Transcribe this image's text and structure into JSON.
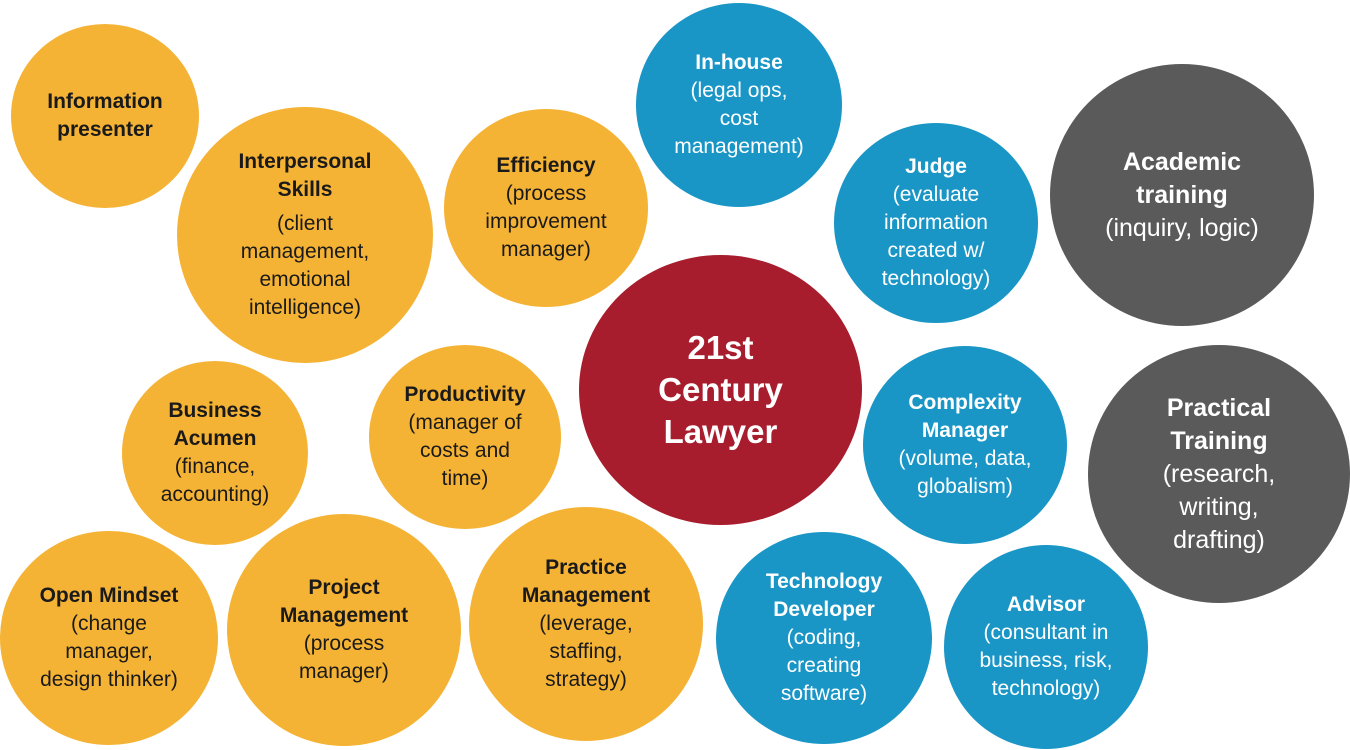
{
  "colors": {
    "orange": "#F5B335",
    "blue": "#1A96C6",
    "gray": "#5A5A5A",
    "red": "#A71D2D"
  },
  "center": {
    "title_lines": [
      "21st",
      "Century",
      "Lawyer"
    ]
  },
  "orange_bubbles": [
    {
      "title_lines": [
        "Information",
        "presenter"
      ],
      "desc_lines": []
    },
    {
      "title_lines": [
        "Interpersonal",
        "Skills"
      ],
      "desc_lines": [
        "(client",
        "management,",
        "emotional",
        "intelligence)"
      ]
    },
    {
      "title_lines": [
        "Efficiency"
      ],
      "desc_lines": [
        "(process",
        "improvement",
        "manager)"
      ]
    },
    {
      "title_lines": [
        "Business",
        "Acumen"
      ],
      "desc_lines": [
        "(finance,",
        "accounting)"
      ]
    },
    {
      "title_lines": [
        "Productivity"
      ],
      "desc_lines": [
        "(manager of",
        "costs and",
        "time)"
      ]
    },
    {
      "title_lines": [
        "Open Mindset"
      ],
      "desc_lines": [
        "(change",
        "manager,",
        "design thinker)"
      ]
    },
    {
      "title_lines": [
        "Project",
        "Management"
      ],
      "desc_lines": [
        "(process",
        "manager)"
      ]
    },
    {
      "title_lines": [
        "Practice",
        "Management"
      ],
      "desc_lines": [
        "(leverage,",
        "staffing,",
        "strategy)"
      ]
    }
  ],
  "blue_bubbles": [
    {
      "title_lines": [
        "In-house"
      ],
      "desc_lines": [
        "(legal ops,",
        "cost",
        "management)"
      ]
    },
    {
      "title_lines": [
        "Judge"
      ],
      "desc_lines": [
        "(evaluate",
        "information",
        "created w/",
        "technology)"
      ]
    },
    {
      "title_lines": [
        "Complexity",
        "Manager"
      ],
      "desc_lines": [
        "(volume, data,",
        "globalism)"
      ]
    },
    {
      "title_lines": [
        "Technology",
        "Developer"
      ],
      "desc_lines": [
        "(coding,",
        "creating",
        "software)"
      ]
    },
    {
      "title_lines": [
        "Advisor"
      ],
      "desc_lines": [
        "(consultant in",
        "business, risk,",
        "technology)"
      ]
    }
  ],
  "gray_bubbles": [
    {
      "title_lines": [
        "Academic",
        "training"
      ],
      "desc_lines": [
        "(inquiry, logic)"
      ]
    },
    {
      "title_lines": [
        "Practical",
        "Training"
      ],
      "desc_lines": [
        "(research,",
        "writing,",
        "drafting)"
      ]
    }
  ]
}
